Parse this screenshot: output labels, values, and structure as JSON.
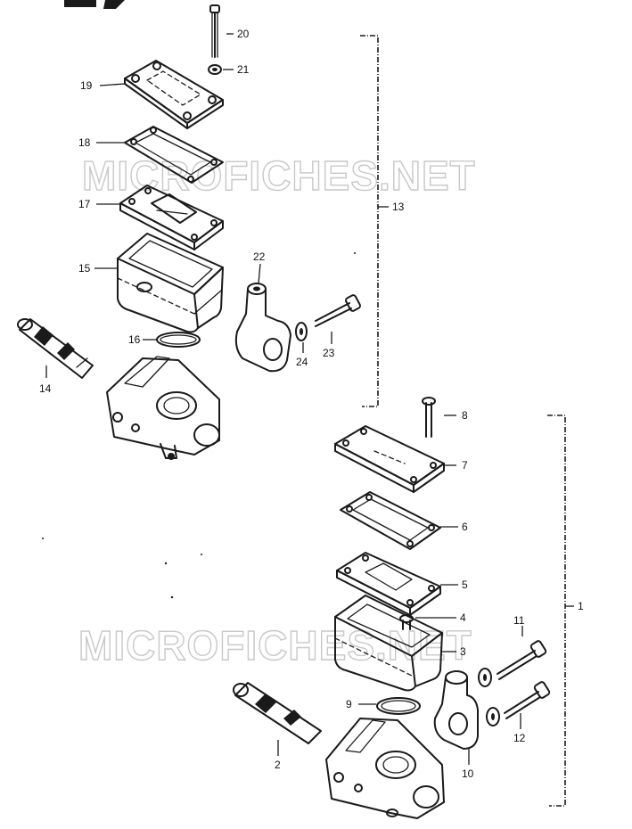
{
  "watermark": "MICROFICHES.NET",
  "callouts": {
    "c1": "1",
    "c2": "2",
    "c3": "3",
    "c4": "4",
    "c5": "5",
    "c6": "6",
    "c7": "7",
    "c8": "8",
    "c9": "9",
    "c10": "10",
    "c11": "11",
    "c12": "12",
    "c13": "13",
    "c14": "14",
    "c15": "15",
    "c16": "16",
    "c17": "17",
    "c18": "18",
    "c19": "19",
    "c20": "20",
    "c21": "21",
    "c22": "22",
    "c23": "23",
    "c24": "24"
  },
  "colors": {
    "ink": "#1a1a1a",
    "watermark": "#c8c8c8",
    "background": "#ffffff"
  }
}
